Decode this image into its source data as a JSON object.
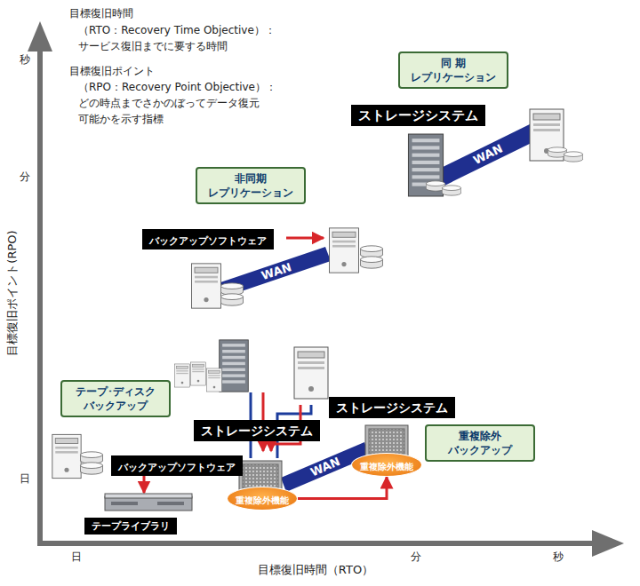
{
  "diagram": {
    "nodes": [
      {
        "text": [
          "同 期 レプリケーション"
        ]
      },
      {
        "text": [
          "ストレージシステム"
        ],
        "in": 0
      },
      {
        "text": [
          "非同期 レプリケーション"
        ]
      },
      {
        "text": [
          "バックアップソフトウェア"
        ],
        "in": 2
      },
      {
        "text": [
          "重複除外 バックアップ"
        ]
      },
      {
        "text": [
          "ストレージシステム"
        ],
        "in": 4
      },
      {
        "text": [
          "ストレージシステム"
        ],
        "in": 4
      },
      {
        "text": [
          "重複除外機能"
        ],
        "in": 4
      },
      {
        "text": [
          "重複除外機能"
        ],
        "in": 4
      },
      {
        "text": [
          "テープ･ディスク バックアップ"
        ]
      },
      {
        "text": [
          "バックアップソフトウェア"
        ],
        "in": 9
      },
      {
        "text": [
          "テープライブラリ"
        ],
        "in": 9
      }
    ],
    "edges": [
      {
        "from": 7,
        "to": 8,
        "arrow": "to"
      },
      {
        "from": 10,
        "to": 11,
        "arrow": "to"
      }
    ],
    "labels": [
      "目標復旧時間",
      "（RTO：Recovery Time Objective）：",
      "サービス復旧までに要する時間",
      "目標復旧ポイント",
      "（RPO：Recovery Point Objective）：",
      "どの時点までさかのぼってデータ復元",
      "可能かを示す指標",
      "秒",
      "分",
      "日",
      "日",
      "分",
      "秒",
      "目標復旧時間（RTO）",
      "目標復旧ポイント(RPO)",
      "WAN",
      "WAN",
      "WAN"
    ]
  }
}
